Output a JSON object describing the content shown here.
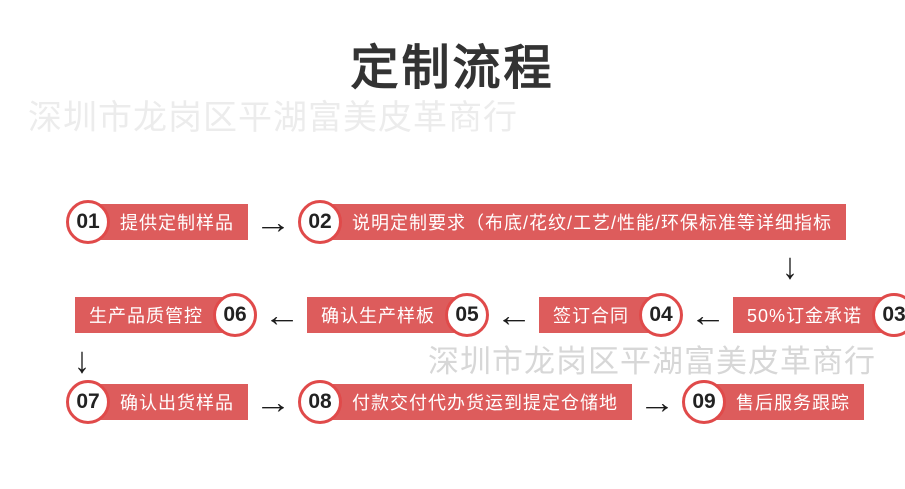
{
  "page": {
    "title": "定制流程",
    "watermark": "深圳市龙岗区平湖富美皮革商行"
  },
  "colors": {
    "box_red": "#dd5c5c",
    "ring_red": "#e04a4a",
    "text_dark": "#222222",
    "title_dark": "#333333",
    "watermark_light": "#ececec",
    "watermark_mid": "#d7d7d7"
  },
  "glyphs": {
    "arrow_right": "→",
    "arrow_left": "←",
    "arrow_down": "↓"
  },
  "steps": [
    {
      "number": "01",
      "label": "提供定制样品"
    },
    {
      "number": "02",
      "label": "说明定制要求（布底/花纹/工艺/性能/环保标准等详细指标"
    },
    {
      "number": "03",
      "label": "50%订金承诺"
    },
    {
      "number": "04",
      "label": "签订合同"
    },
    {
      "number": "05",
      "label": "确认生产样板"
    },
    {
      "number": "06",
      "label": "生产品质管控"
    },
    {
      "number": "07",
      "label": "确认出货样品"
    },
    {
      "number": "08",
      "label": "付款交付代办货运到提定仓储地"
    },
    {
      "number": "09",
      "label": "售后服务跟踪"
    }
  ]
}
